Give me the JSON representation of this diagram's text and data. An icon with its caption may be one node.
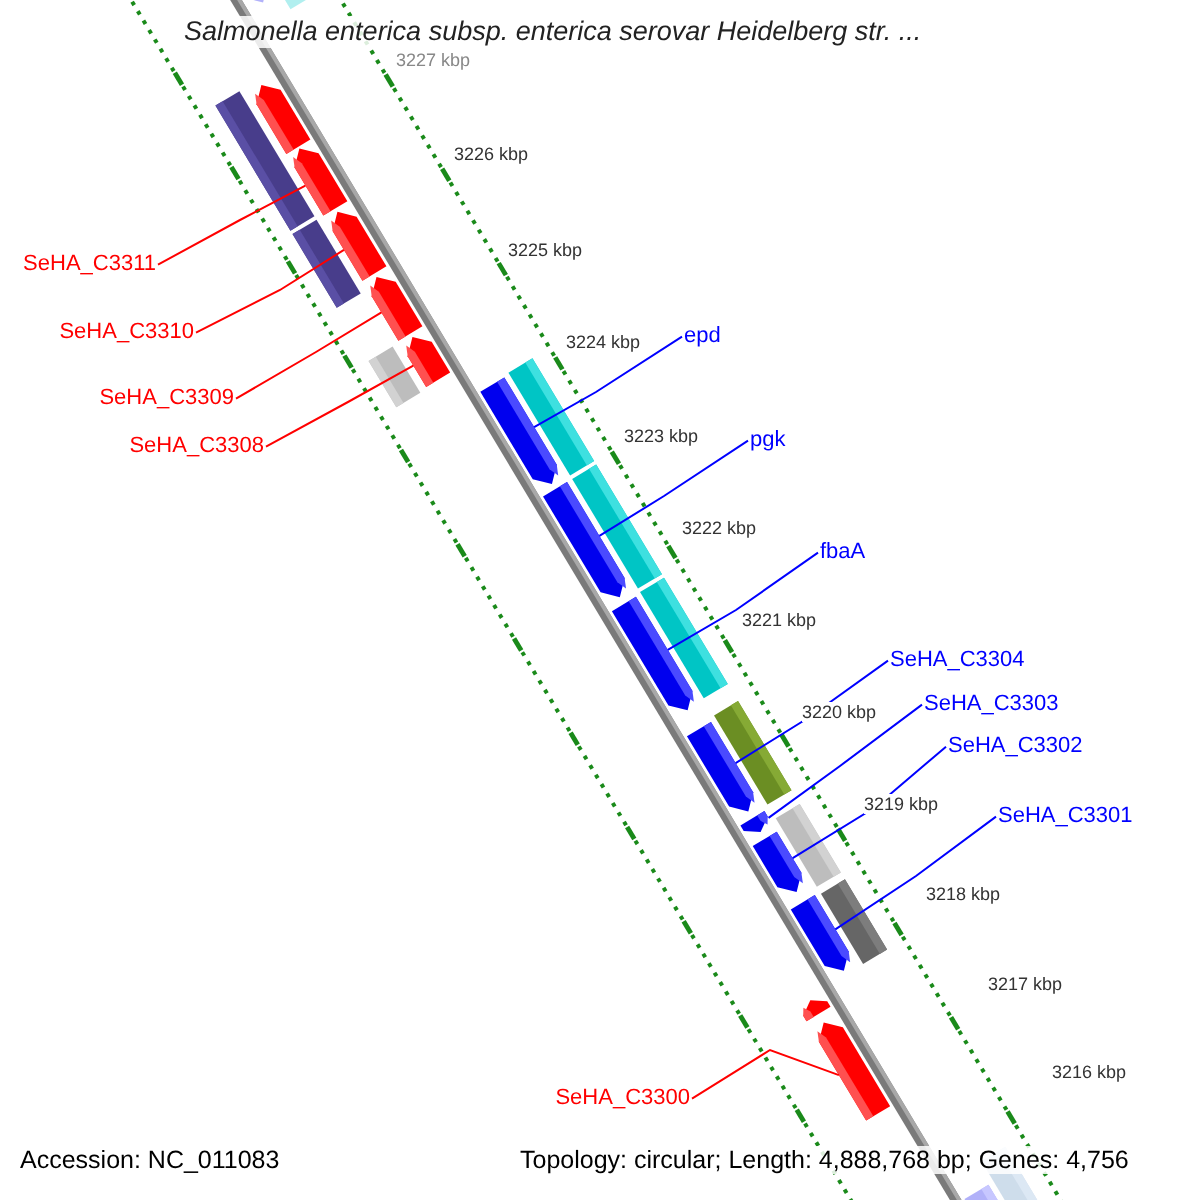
{
  "diagram": {
    "title": "Salmonella enterica subsp. enterica serovar Heidelberg str. ...",
    "nodes": [
      {
        "text": [
          "SeHA_C3311"
        ]
      },
      {
        "text": [
          "SeHA_C3310"
        ]
      },
      {
        "text": [
          "SeHA_C3309"
        ]
      },
      {
        "text": [
          "SeHA_C3308"
        ]
      },
      {
        "text": [
          "epd"
        ]
      },
      {
        "text": [
          "pgk"
        ]
      },
      {
        "text": [
          "fbaA"
        ]
      },
      {
        "text": [
          "SeHA_C3304"
        ]
      },
      {
        "text": [
          "SeHA_C3303"
        ]
      },
      {
        "text": [
          "SeHA_C3302"
        ]
      },
      {
        "text": [
          "SeHA_C3301"
        ]
      },
      {
        "text": [
          "SeHA_C3300"
        ]
      },
      {
        "text": [],
        "shape": "bar"
      },
      {
        "text": [],
        "shape": "bar"
      },
      {
        "text": [],
        "shape": "bar"
      },
      {
        "text": [],
        "shape": "bar"
      },
      {
        "text": [],
        "shape": "bar"
      },
      {
        "text": [],
        "shape": "bar"
      },
      {
        "text": [],
        "shape": "bar"
      },
      {
        "text": [],
        "shape": "bar"
      },
      {
        "text": [],
        "shape": "bar"
      },
      {
        "text": [],
        "shape": "bar"
      },
      {
        "text": [],
        "shape": "bar"
      },
      {
        "text": [],
        "shape": "bar"
      },
      {
        "text": [],
        "shape": "bar"
      },
      {
        "text": [],
        "shape": "bar"
      },
      {
        "text": [],
        "shape": "bar"
      },
      {
        "text": [],
        "shape": "bar"
      }
    ],
    "edges": [
      {
        "from": 0,
        "to": 12,
        "arrow": "none",
        "color": "#ff0000"
      },
      {
        "from": 1,
        "to": 13,
        "arrow": "none",
        "color": "#ff0000"
      },
      {
        "from": 2,
        "to": 14,
        "arrow": "none",
        "color": "#ff0000"
      },
      {
        "from": 3,
        "to": 15,
        "arrow": "none",
        "color": "#ff0000"
      },
      {
        "from": 4,
        "to": 16,
        "arrow": "none"
      },
      {
        "from": 5,
        "to": 17,
        "arrow": "none"
      },
      {
        "from": 6,
        "to": 18,
        "arrow": "none"
      },
      {
        "from": 7,
        "to": 19,
        "arrow": "none"
      },
      {
        "from": 8,
        "to": 20,
        "arrow": "none"
      },
      {
        "from": 9,
        "to": 21,
        "arrow": "none"
      },
      {
        "from": 10,
        "to": 22,
        "arrow": "none"
      },
      {
        "from": 11,
        "to": 23,
        "arrow": "none",
        "color": "#ff0000"
      }
    ],
    "labels": [
      "3227 kbp",
      "3226 kbp",
      "3225 kbp",
      "3224 kbp",
      "3223 kbp",
      "3222 kbp",
      "3221 kbp",
      "3220 kbp",
      "3219 kbp",
      "3218 kbp",
      "3217 kbp",
      "3216 kbp",
      "Accession: NC_011083",
      "Topology: circular; Length: 4,888,768 bp; Genes: 4,756"
    ]
  }
}
